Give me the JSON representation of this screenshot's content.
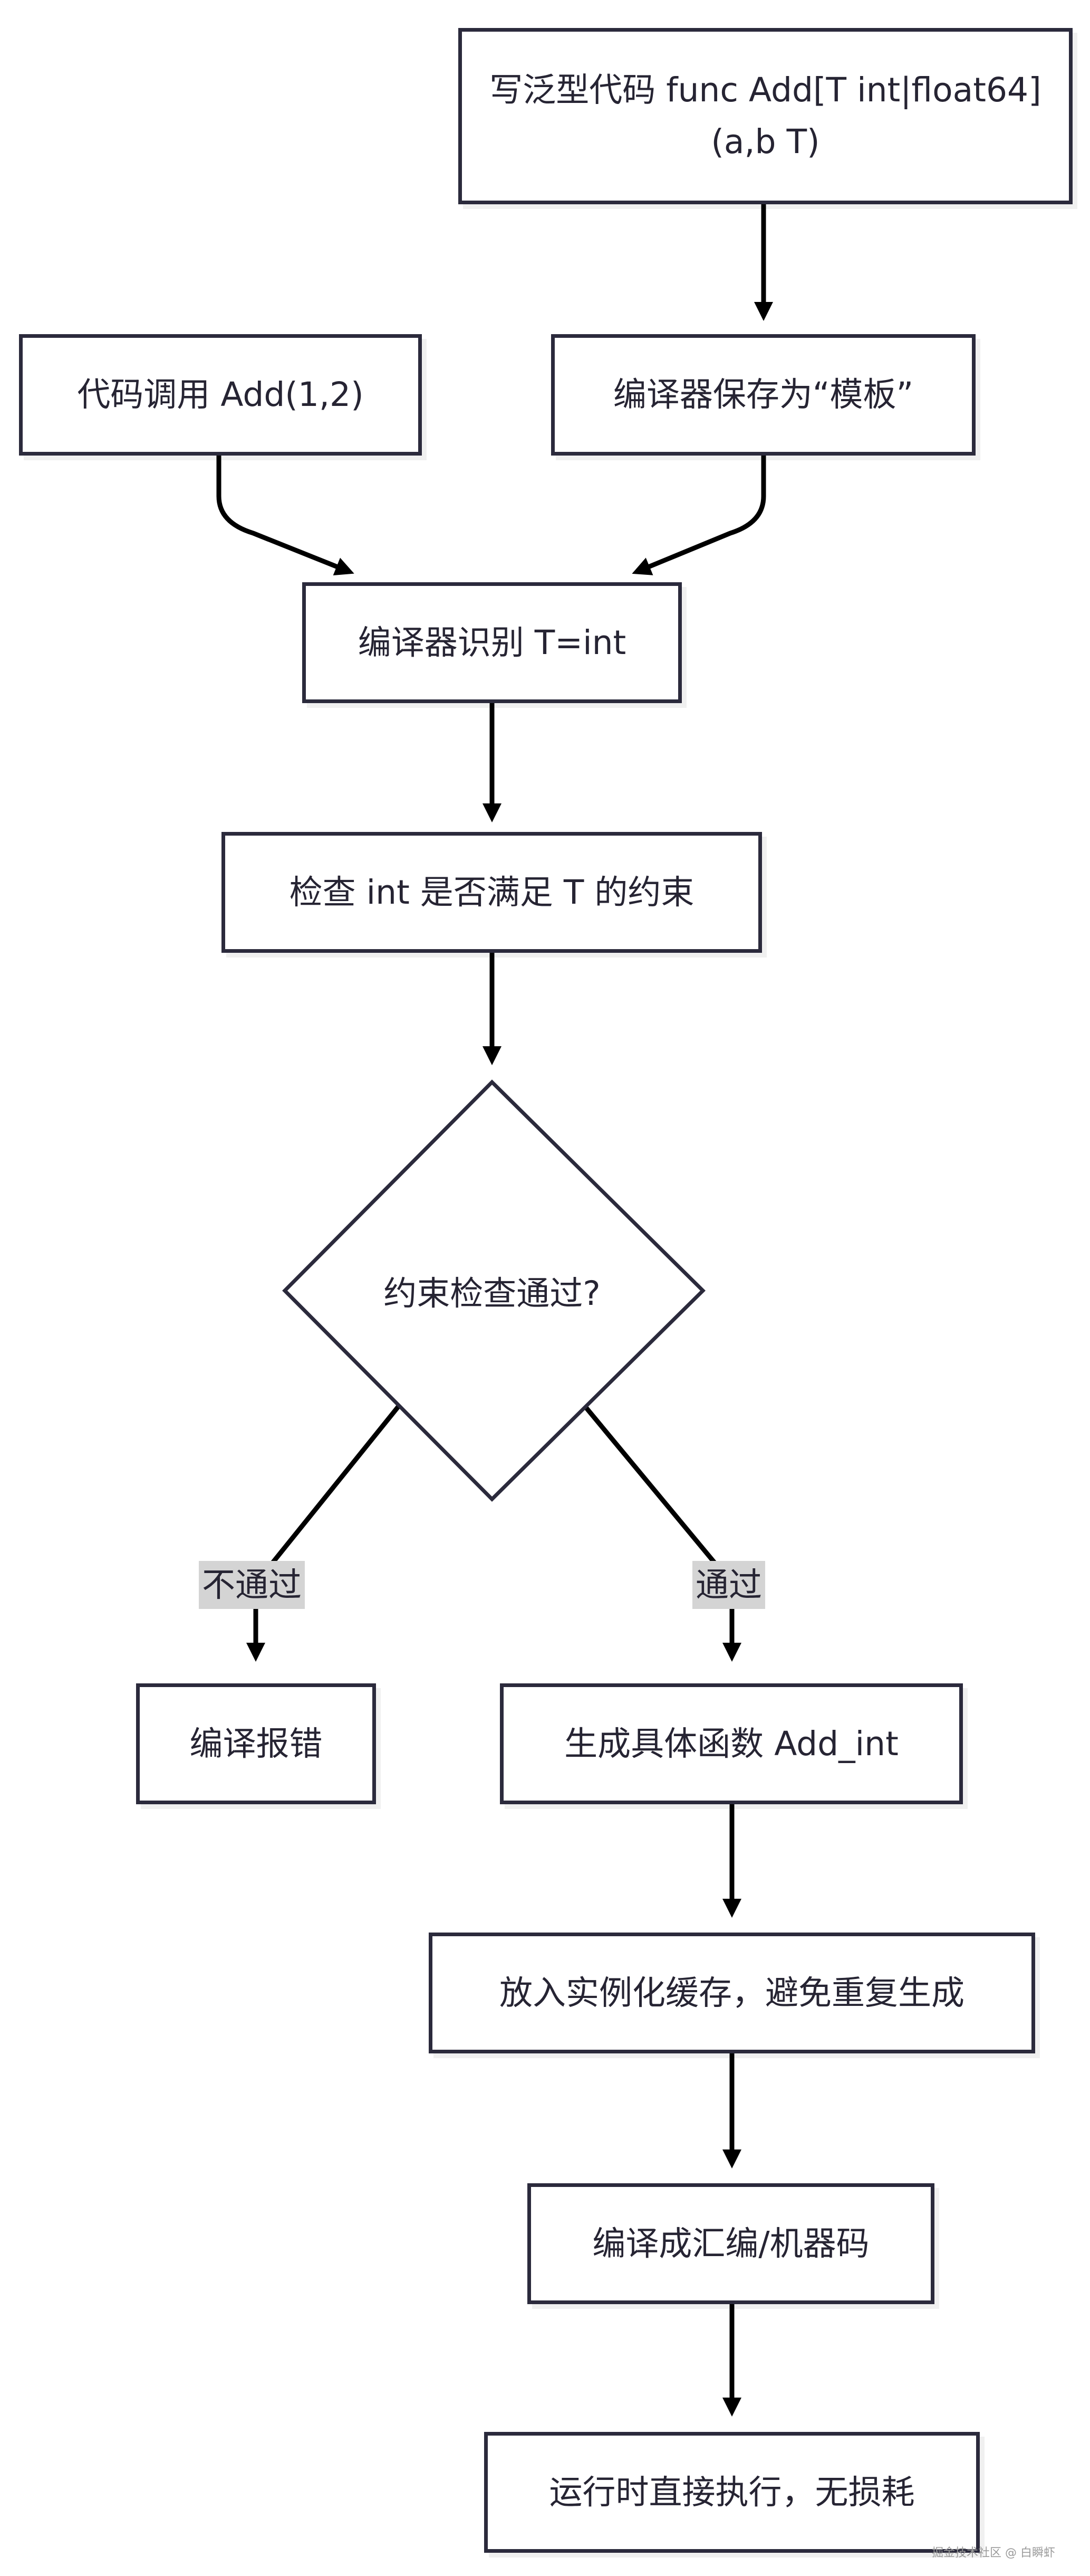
{
  "nodes": {
    "write_generic": "写泛型代码 func Add[T int|float64](a,b T)",
    "call_add": "代码调用 Add(1,2)",
    "save_template": "编译器保存为“模板”",
    "identify_type": "编译器识别 T=int",
    "check_constraint": "检查 int 是否满足 T 的约束",
    "decision": "约束检查通过?",
    "compile_error": "编译报错",
    "generate_func": "生成具体函数 Add_int",
    "cache": "放入实例化缓存，避免重复生成",
    "compile_asm": "编译成汇编/机器码",
    "runtime": "运行时直接执行，无损耗"
  },
  "edges": {
    "fail_label": "不通过",
    "pass_label": "通过"
  },
  "watermark": "掘金技术社区 @ 白瞬虾",
  "colors": {
    "stroke": "#2b2a3c",
    "text": "#262433",
    "label_bg": "#d4d4d4"
  }
}
